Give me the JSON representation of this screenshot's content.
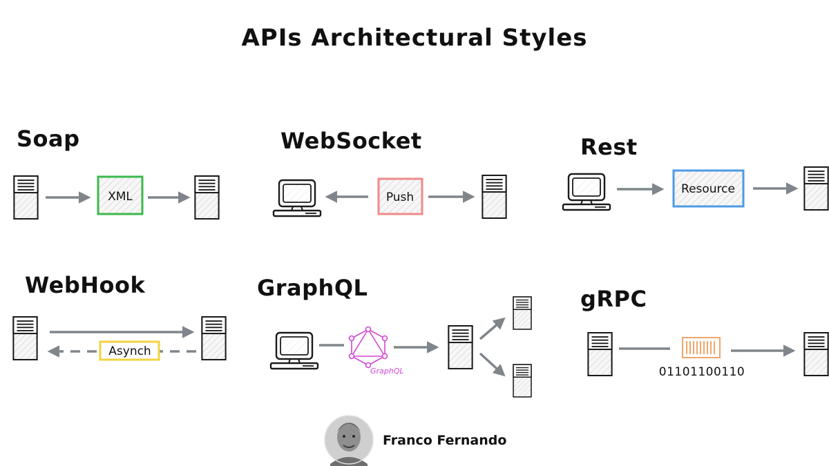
{
  "title": "APIs Architectural Styles",
  "colors": {
    "arrow": "#7f858a",
    "soap_box": "#3cb84c",
    "push_box": "#ef8a8a",
    "resource_box": "#4d9be6",
    "asynch_box": "#f2d33f",
    "graphql": "#d146d6",
    "grpc": "#f0a56a",
    "outline": "#1a1a1a"
  },
  "sections": {
    "soap": {
      "title": "Soap",
      "box_label": "XML"
    },
    "websocket": {
      "title": "WebSocket",
      "box_label": "Push"
    },
    "rest": {
      "title": "Rest",
      "box_label": "Resource"
    },
    "webhook": {
      "title": "WebHook",
      "box_label": "Asynch"
    },
    "graphql": {
      "title": "GraphQL",
      "logo_caption": "GraphQL"
    },
    "grpc": {
      "title": "gRPC",
      "payload": "01101100110"
    }
  },
  "author": {
    "name": "Franco Fernando"
  },
  "icons": [
    "server-icon",
    "computer-icon",
    "graphql-logo-icon",
    "binary-packet-icon",
    "arrow-icon",
    "avatar"
  ]
}
